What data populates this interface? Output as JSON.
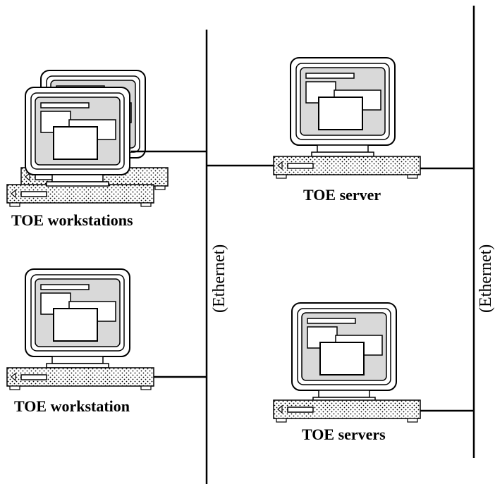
{
  "labels": {
    "toe_workstations": "TOE workstations",
    "toe_workstation": "TOE workstation",
    "toe_server": "TOE server",
    "toe_servers": "TOE servers",
    "ethernet_left": "(Ethernet)",
    "ethernet_right": "(Ethernet)"
  },
  "colors": {
    "line": "#000000",
    "screen": "#d9d9d9",
    "case": "#ffffff"
  },
  "icons": [
    "desktop-computer-icon"
  ]
}
